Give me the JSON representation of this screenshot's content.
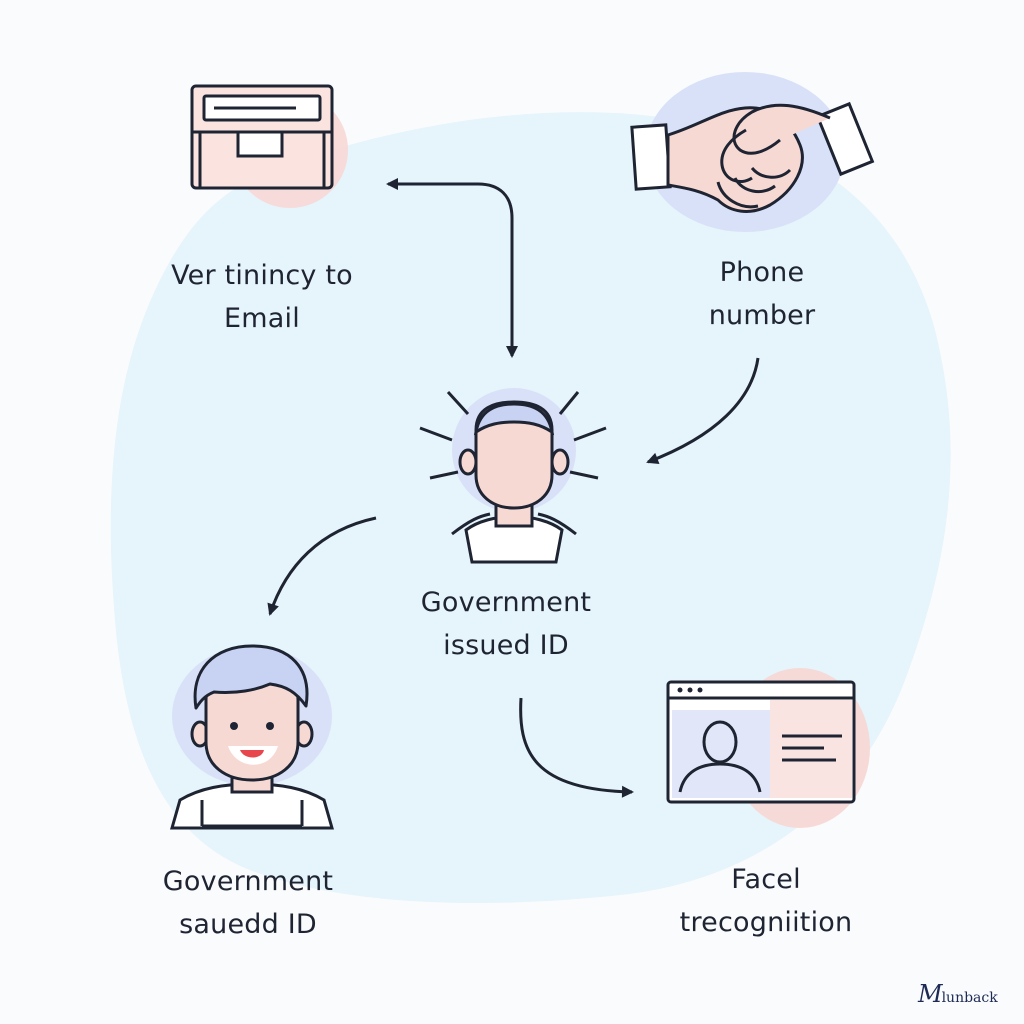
{
  "colors": {
    "background": "#fafbfc",
    "blob": "#e6f4fb",
    "outline": "#1f2433",
    "pink_accent": "#f7d8d6",
    "blue_accent": "#d9e1f8",
    "skin": "#f7d9d4"
  },
  "nodes": {
    "email": {
      "icon": "email-window-icon",
      "label_line1": "Ver tinincy to",
      "label_line2": "Email"
    },
    "phone": {
      "icon": "handshake-icon",
      "label_line1": "Phone",
      "label_line2": "number"
    },
    "gov_center": {
      "icon": "person-avatar-icon",
      "label_line1": "Government",
      "label_line2": "issued ID"
    },
    "gov_left": {
      "icon": "smiling-person-icon",
      "label_line1": "Government",
      "label_line2": "sauedd ID"
    },
    "facial": {
      "icon": "id-card-window-icon",
      "label_line1": "Facel",
      "label_line2": "trecogniition"
    }
  },
  "watermark": {
    "mark": "M",
    "text": "lunback"
  }
}
